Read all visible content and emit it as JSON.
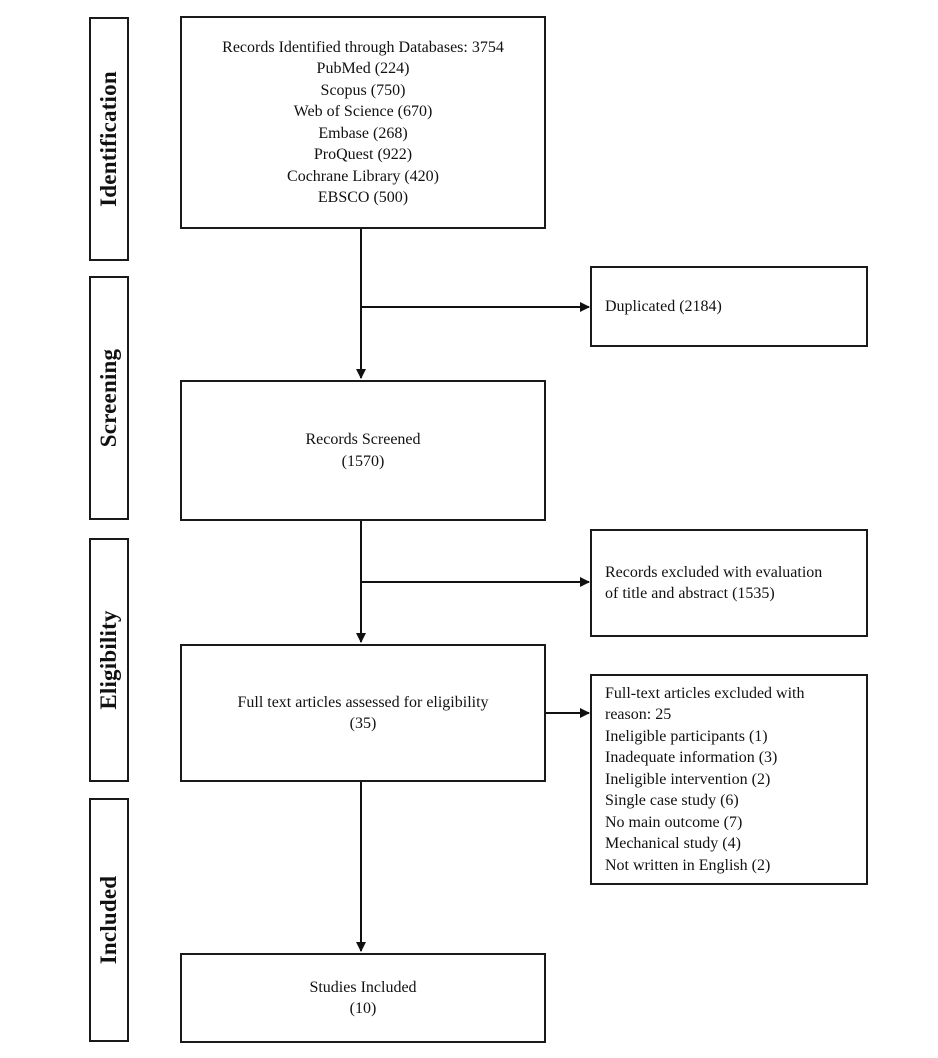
{
  "phases": {
    "identification": "Identification",
    "screening": "Screening",
    "eligibility": "Eligibility",
    "included": "Included"
  },
  "boxes": {
    "identified": {
      "title": "Records Identified through Databases: 3754",
      "sources": [
        "PubMed (224)",
        "Scopus (750)",
        "Web of Science (670)",
        "Embase (268)",
        "ProQuest (922)",
        "Cochrane Library (420)",
        "EBSCO (500)"
      ]
    },
    "duplicated": "Duplicated (2184)",
    "screened": {
      "line1": "Records Screened",
      "line2": "(1570)"
    },
    "excluded_title_abstract": {
      "line1": "Records excluded with evaluation",
      "line2": "of title and abstract (1535)"
    },
    "full_text": {
      "line1": "Full text articles assessed for eligibility",
      "line2": "(35)"
    },
    "full_text_excluded": {
      "header1": "Full-text articles excluded with",
      "header2": "reason: 25",
      "reasons": [
        "Ineligible participants (1)",
        "Inadequate information (3)",
        "Ineligible intervention (2)",
        "Single case study (6)",
        "No main outcome (7)",
        "Mechanical study (4)",
        "Not written in English (2)"
      ]
    },
    "included": {
      "line1": "Studies Included",
      "line2": "(10)"
    }
  }
}
